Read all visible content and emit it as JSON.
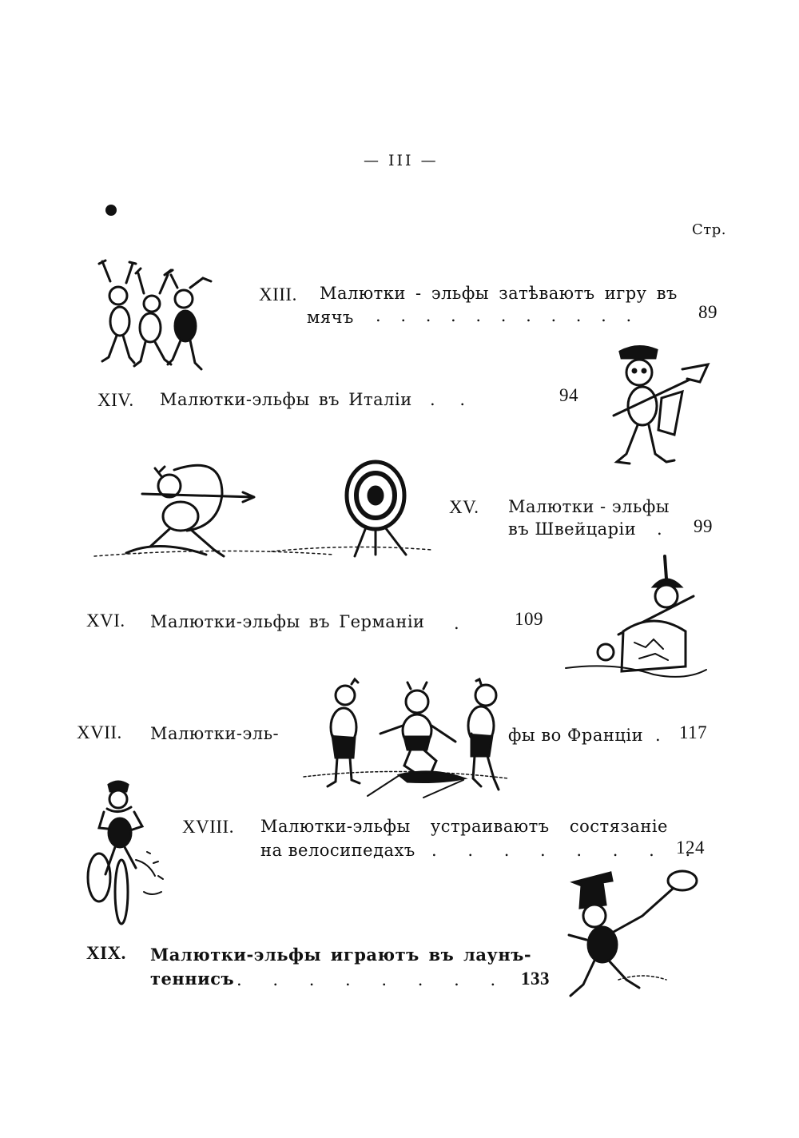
{
  "page_header": "— III —",
  "column_label": "Стр.",
  "entries": [
    {
      "numeral": "XIII.",
      "line1": "Малютки - эльфы затѣваютъ игру въ",
      "line2": "мячъ",
      "dots": ". . . . . . . . . . .",
      "page": "89"
    },
    {
      "numeral": "XIV.",
      "line1": "Малютки-эльфы въ Италіи",
      "dots": ". .",
      "page": "94"
    },
    {
      "numeral": "XV.",
      "line1": "Малютки - эльфы",
      "line2": "въ Швейцаріи",
      "dots": ".",
      "page": "99"
    },
    {
      "numeral": "XVI.",
      "line1": "Малютки-эльфы въ Германіи",
      "dots": ".",
      "page": "109"
    },
    {
      "numeral": "XVII.",
      "line1a": "Малютки-эль-",
      "line1b": "фы во Франціи",
      "dots": ".",
      "page": "117"
    },
    {
      "numeral": "XVIII.",
      "line1": "Малютки-эльфы устраиваютъ состязаніе",
      "line2": "на велосипедахъ",
      "dots": ". . . . . . . .",
      "page": "124"
    },
    {
      "numeral": "XIX.",
      "line1": "Малютки-эльфы играютъ въ лаунъ-",
      "line2": "теннисъ",
      "dots": ". . . . . . . .",
      "page": "133"
    }
  ],
  "illustrations": [
    {
      "id": "dancing-elves",
      "icon": "dancing-elves-illustration"
    },
    {
      "id": "elf-with-flag",
      "icon": "elf-with-flag-illustration"
    },
    {
      "id": "archer-elf",
      "icon": "archer-elf-illustration"
    },
    {
      "id": "archery-target",
      "icon": "archery-target-illustration"
    },
    {
      "id": "elf-with-map",
      "icon": "elf-with-map-illustration"
    },
    {
      "id": "three-elves",
      "icon": "three-elves-illustration"
    },
    {
      "id": "cyclist-elf",
      "icon": "cyclist-elf-illustration"
    },
    {
      "id": "tennis-elf",
      "icon": "tennis-elf-illustration"
    }
  ]
}
